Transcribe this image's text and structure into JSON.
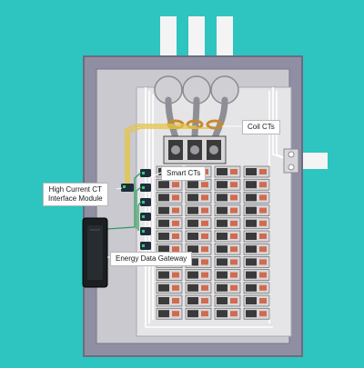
{
  "diagram": {
    "labels": {
      "coil_cts": "Coil CTs",
      "smart_cts": "Smart CTs",
      "hcct_line1": "High Current CT",
      "hcct_line2": "Interface Module",
      "gateway": "Energy Data Gateway"
    },
    "colors": {
      "background": "#2ec4c0",
      "enclosure": "#8f8ea3",
      "enclosure_inner": "#c9c9cf",
      "backplate": "#e5e5e8",
      "breaker_dark": "#3a3a3a",
      "breaker_light": "#d7d7da",
      "breaker_switch": "#d26a4e",
      "ct_module": "#1f2c3a",
      "ct_led": "#2fd07a",
      "coil_ct": "#c98a2b",
      "gateway": "#1b1f22",
      "conduit": "#f4f4f4"
    },
    "breaker_rows": 12,
    "breaker_columns": 4,
    "coil_ct_count": 3,
    "smart_ct_count": 6
  }
}
